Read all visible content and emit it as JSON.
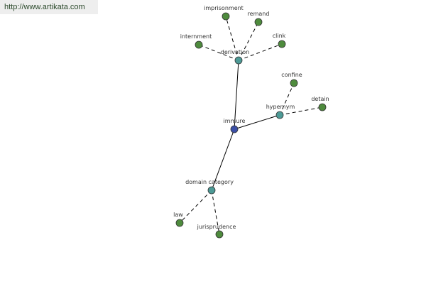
{
  "watermark": "http://www.artikata.com",
  "colors": {
    "center": "#3b4fa6",
    "relation": "#4d9a96",
    "leaf": "#4e8b3d",
    "edge": "#000000"
  },
  "nodes": {
    "center": {
      "label": "immure"
    },
    "hypernym": {
      "label": "hypernym"
    },
    "derivation": {
      "label": "derivation"
    },
    "domain": {
      "label": "domain category"
    },
    "confine": {
      "label": "confine"
    },
    "detain": {
      "label": "detain"
    },
    "imprisonment": {
      "label": "imprisonment"
    },
    "remand": {
      "label": "remand"
    },
    "internment": {
      "label": "internment"
    },
    "clink": {
      "label": "clink"
    },
    "law": {
      "label": "law"
    },
    "jurisprudence": {
      "label": "jurisprudence"
    }
  }
}
